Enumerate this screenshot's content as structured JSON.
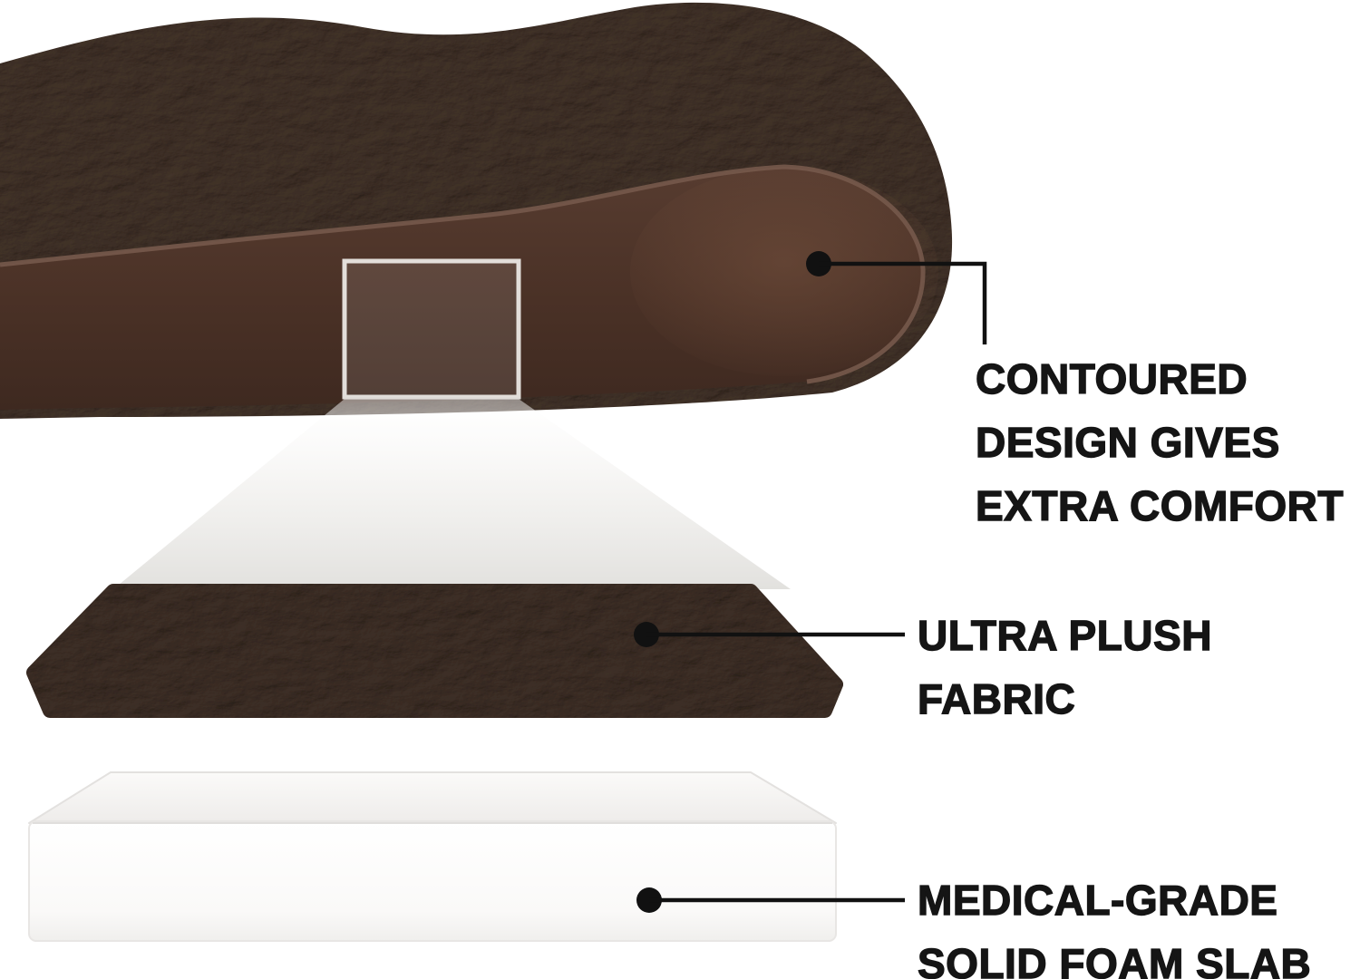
{
  "callouts": [
    {
      "id": "contoured-design",
      "lines": [
        "CONTOURED",
        "DESIGN GIVES",
        "EXTRA COMFORT"
      ]
    },
    {
      "id": "ultra-plush-fabric",
      "lines": [
        "ULTRA PLUSH",
        "FABRIC"
      ]
    },
    {
      "id": "medical-grade-foam",
      "lines": [
        "MEDICAL-GRADE",
        "SOLID FOAM SLAB"
      ]
    }
  ],
  "colors": {
    "background": "#ffffff",
    "plush_fur_base": "#63544a",
    "fabric_fur_base": "#5d4f46",
    "suede_side": "#4b3228",
    "piping": "#7a5c4c",
    "foam_white": "#ffffff",
    "callout_line": "#111111",
    "text": "#151515",
    "zoom_square_border": "#f2efec"
  }
}
